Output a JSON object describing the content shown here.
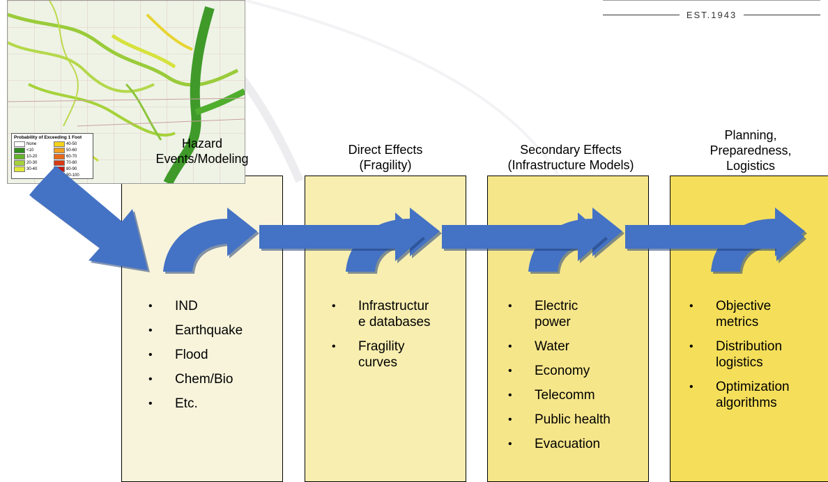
{
  "logo": {
    "est_text": "EST.1943"
  },
  "map": {
    "legend_title": "Probability of Exceeding 1 Foot",
    "legend_items": [
      {
        "label": "None",
        "color": "#ffffff"
      },
      {
        "label": "40-50",
        "color": "#f3d21a"
      },
      {
        "label": "<10",
        "color": "#2e8b1e"
      },
      {
        "label": "50-60",
        "color": "#f0a020"
      },
      {
        "label": "10-20",
        "color": "#64b42a"
      },
      {
        "label": "60-70",
        "color": "#e86818"
      },
      {
        "label": "20-30",
        "color": "#a6d23a"
      },
      {
        "label": "70-80",
        "color": "#d83a14"
      },
      {
        "label": "30-40",
        "color": "#e0e83a"
      },
      {
        "label": "80-90",
        "color": "#c01a12"
      },
      {
        "label": "",
        "color": ""
      },
      {
        "label": "90-100",
        "color": "#900a0a"
      }
    ]
  },
  "stages": [
    {
      "title_lines": [
        "Hazard",
        "Events/Modeling"
      ],
      "fill": "#f8f4dc",
      "items": [
        "IND",
        "Earthquake",
        "Flood",
        "Chem/Bio",
        "Etc."
      ]
    },
    {
      "title_lines": [
        "Direct Effects",
        "(Fragility)"
      ],
      "fill": "#f7eeb0",
      "items": [
        "Infrastructur\ne databases",
        "Fragility\ncurves"
      ]
    },
    {
      "title_lines": [
        "Secondary Effects",
        "(Infrastructure Models)"
      ],
      "fill": "#f6e68a",
      "items": [
        "Electric\npower",
        "Water",
        "Economy",
        "Telecomm",
        "Public health",
        "Evacuation"
      ]
    },
    {
      "title_lines": [
        "Planning,",
        "Preparedness,",
        "Logistics"
      ],
      "fill": "#f5df5a",
      "items": [
        "Objective\nmetrics",
        "Distribution\nlogistics",
        "Optimization\nalgorithms"
      ]
    }
  ],
  "colors": {
    "arrow": "#4472c4",
    "arrow_shadow": "#1f3f7a"
  }
}
